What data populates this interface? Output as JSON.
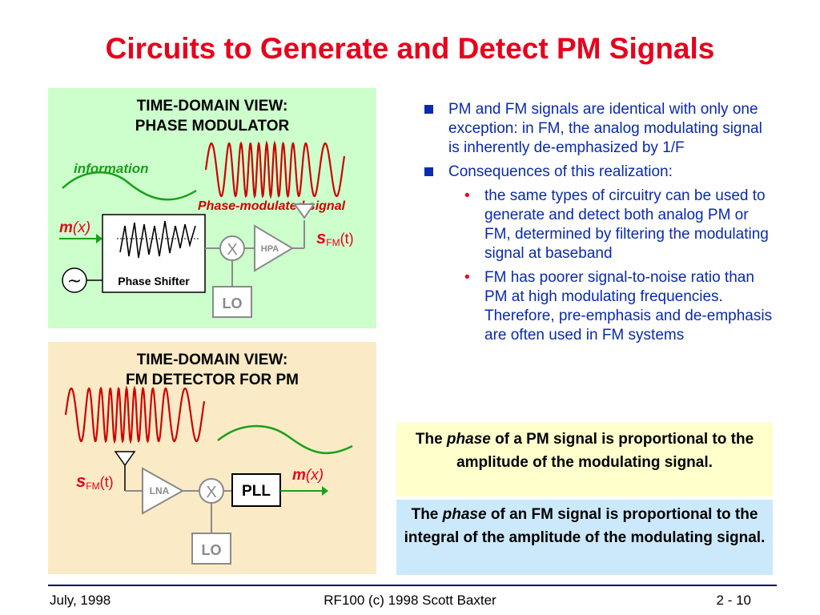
{
  "slide": {
    "title": "Circuits to Generate and Detect PM Signals"
  },
  "modulator": {
    "heading_line1": "TIME-DOMAIN VIEW:",
    "heading_line2": "PHASE MODULATOR",
    "information_label": "information",
    "output_signal_label": "Phase-modulated signal",
    "input_m": "m",
    "input_x": "(x)",
    "tilde": "~",
    "phase_shifter_label": "Phase Shifter",
    "mixer_label": "X",
    "amp_label": "HPA",
    "lo_label": "LO",
    "output_s": "s",
    "output_sub": "FM",
    "output_t": "(t)"
  },
  "detector": {
    "heading_line1": "TIME-DOMAIN VIEW:",
    "heading_line2": "FM DETECTOR FOR PM",
    "input_s": "s",
    "input_sub": "FM",
    "input_t": "(t)",
    "amp_label": "LNA",
    "mixer_label": "X",
    "pll_label": "PLL",
    "lo_label": "LO",
    "output_m": "m",
    "output_x": "(x)"
  },
  "bullets": {
    "b1": "PM and FM signals are identical with only one exception: in FM, the analog modulating signal is inherently de-emphasized by 1/F",
    "b2": "Consequences of this realization:",
    "b2_sub1": "the same types of circuitry can be used to generate and detect both analog PM or FM, determined by filtering the modulating signal at baseband",
    "b2_sub2": "FM has poorer signal-to-noise ratio than PM at high modulating frequencies. Therefore, pre-emphasis and de-emphasis are often used in FM systems"
  },
  "callouts": {
    "pm_pre": "The ",
    "pm_em": "phase",
    "pm_post": " of a PM signal is proportional to the amplitude of the modulating signal.",
    "fm_pre": "The ",
    "fm_em": "phase",
    "fm_post": " of an FM signal is proportional to the integral of the amplitude of the modulating signal."
  },
  "footer": {
    "date": "July, 1998",
    "center": "RF100 (c) 1998 Scott Baxter",
    "page": "2 - 10"
  },
  "colors": {
    "title_red": "#e8001c",
    "text_blue": "#0a2ab0",
    "signal_red": "#d00000",
    "info_green": "#1aa01a",
    "gray_block": "#8a8a8a"
  }
}
